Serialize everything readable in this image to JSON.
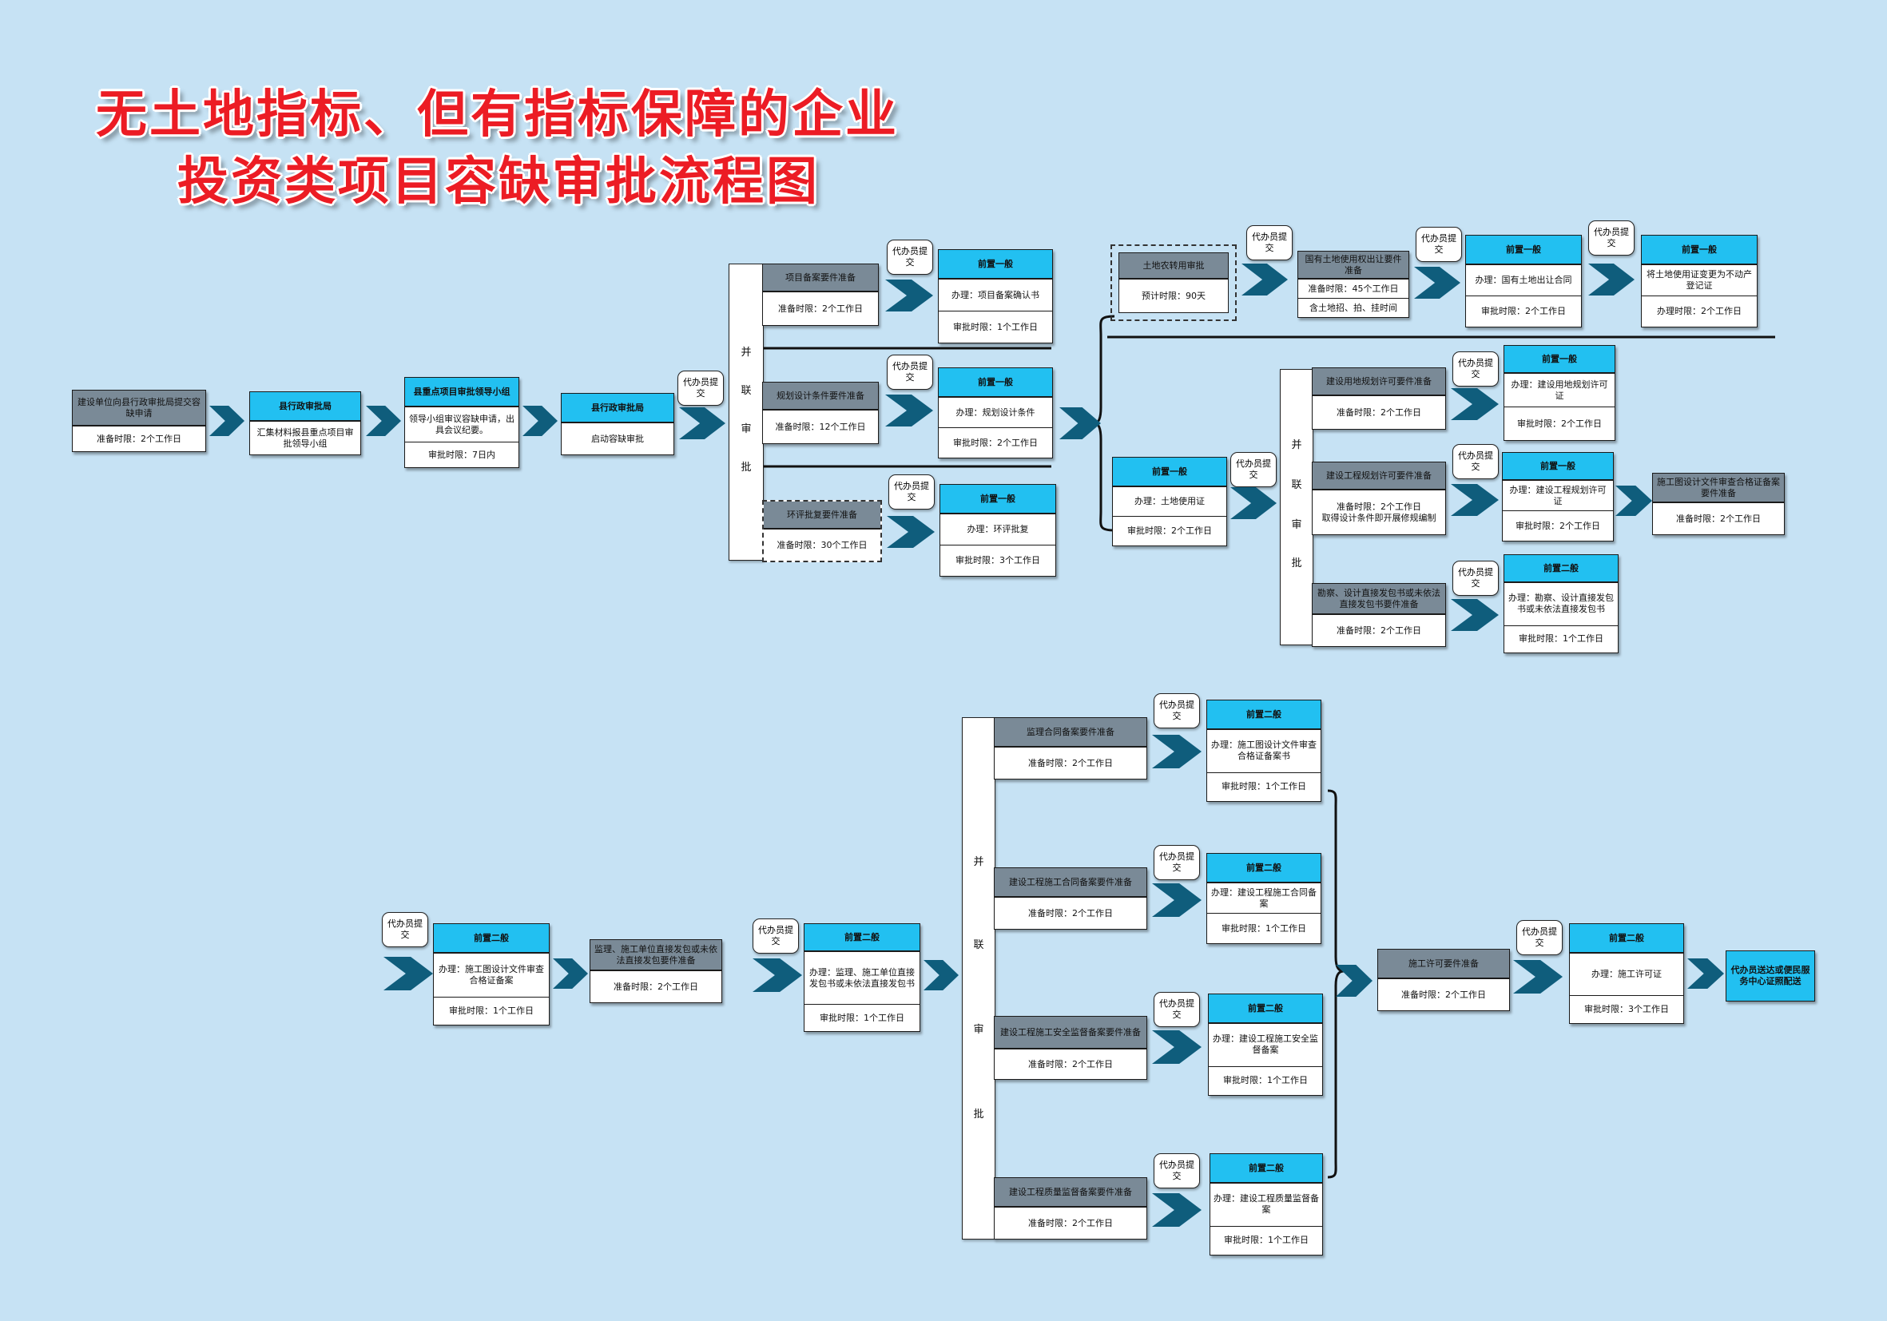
{
  "title": {
    "line1": "无土地指标、但有指标保障的企业",
    "line2": "投资类项目容缺审批流程图"
  },
  "proxy": "代办员提交",
  "parallel_chars": [
    "并",
    "联",
    "审",
    "批"
  ],
  "stage1": {
    "apply": {
      "title": "建设单位向县行政审批局提交容缺申请",
      "time": "准备时限：2个工作日"
    },
    "bureau": {
      "title": "县行政审批局",
      "desc": "汇集材料报县重点项目审批领导小组"
    },
    "group": {
      "title": "县重点项目审批领导小组",
      "desc": "领导小组审议容缺申请，出具会议纪要。",
      "time": "审批时限：7日内"
    },
    "start": {
      "title": "县行政审批局",
      "desc": "启动容缺审批"
    }
  },
  "stage2": [
    {
      "prep": "项目备案要件准备",
      "prep_time": "准备时限：2个工作日",
      "head": "前置一般",
      "desc": "办理：项目备案确认书",
      "time": "审批时限：1个工作日"
    },
    {
      "prep": "规划设计条件要件准备",
      "prep_time": "准备时限：12个工作日",
      "head": "前置一般",
      "desc": "办理：规划设计条件",
      "time": "审批时限：2个工作日"
    },
    {
      "prep": "环评批复要件准备",
      "prep_time": "准备时限：30个工作日",
      "head": "前置一般",
      "desc": "办理：环评批复",
      "time": "审批时限：3个工作日"
    }
  ],
  "land": {
    "farm": {
      "title": "土地农转用审批",
      "time": "预计时限：90天"
    },
    "transfer": {
      "title": "国有土地使用权出让要件准备",
      "time": "准备时限：45个工作日",
      "mode": "含土地招、拍、挂时间"
    },
    "contract": {
      "head": "前置一般",
      "desc": "办理：国有土地出让合同",
      "time": "审批时限：2个工作日"
    },
    "cert": {
      "head": "前置一般",
      "desc": "将土地使用证变更为不动产登记证",
      "time": "办理时限：2个工作日"
    }
  },
  "landuse": {
    "head": "前置一般",
    "desc": "办理：土地使用证",
    "time": "审批时限：2个工作日"
  },
  "stage3": [
    {
      "prep": "建设用地规划许可要件准备",
      "prep_time": "准备时限：2个工作日",
      "head": "前置一般",
      "desc": "办理：建设用地规划许可证",
      "time": "审批时限：2个工作日"
    },
    {
      "prep": "建设工程规划许可要件准备",
      "prep_time": "准备时限：2个工作日\n取得设计条件即开展修规编制",
      "head": "前置一般",
      "desc": "办理：建设工程规划许可证",
      "time": "审批时限：2个工作日"
    },
    {
      "prep": "勘察、设计直接发包书或未依法直接发包书要件准备",
      "prep_time": "准备时限：2个工作日",
      "head": "前置二般",
      "desc": "办理：勘察、设计直接发包书或未依法直接发包书",
      "time": "审批时限：1个工作日"
    }
  ],
  "drawing_prep": {
    "title": "施工图设计文件审查合格证备案要件准备",
    "time": "准备时限：2个工作日"
  },
  "stage4": {
    "drawing": {
      "head": "前置二般",
      "desc": "办理：施工图设计文件审查合格证备案",
      "time": "审批时限：1个工作日"
    },
    "contract_prep": {
      "title": "监理、施工单位直接发包或未依法直接发包要件准备",
      "time": "准备时限：2个工作日"
    },
    "contract": {
      "head": "前置二般",
      "desc": "办理：监理、施工单位直接发包书或未依法直接发包书",
      "time": "审批时限：1个工作日"
    }
  },
  "stage5": [
    {
      "prep": "监理合同备案要件准备",
      "prep_time": "准备时限：2个工作日",
      "head": "前置二般",
      "desc": "办理：施工图设计文件审查合格证备案书",
      "time": "审批时限：1个工作日"
    },
    {
      "prep": "建设工程施工合同备案要件准备",
      "prep_time": "准备时限：2个工作日",
      "head": "前置二般",
      "desc": "办理：建设工程施工合同备案",
      "time": "审批时限：1个工作日"
    },
    {
      "prep": "建设工程施工安全监督备案要件准备",
      "prep_time": "准备时限：2个工作日",
      "head": "前置二般",
      "desc": "办理：建设工程施工安全监督备案",
      "time": "审批时限：1个工作日"
    },
    {
      "prep": "建设工程质量监督备案要件准备",
      "prep_time": "准备时限：2个工作日",
      "head": "前置二般",
      "desc": "办理：建设工程质量监督备案",
      "time": "审批时限：1个工作日"
    }
  ],
  "final": {
    "prep": {
      "title": "施工许可要件准备",
      "time": "准备时限：2个工作日"
    },
    "permit": {
      "head": "前置二般",
      "desc": "办理：施工许可证",
      "time": "审批时限：3个工作日"
    },
    "deliver": {
      "title": "代办员送达或便民服务中心证照配送"
    }
  }
}
